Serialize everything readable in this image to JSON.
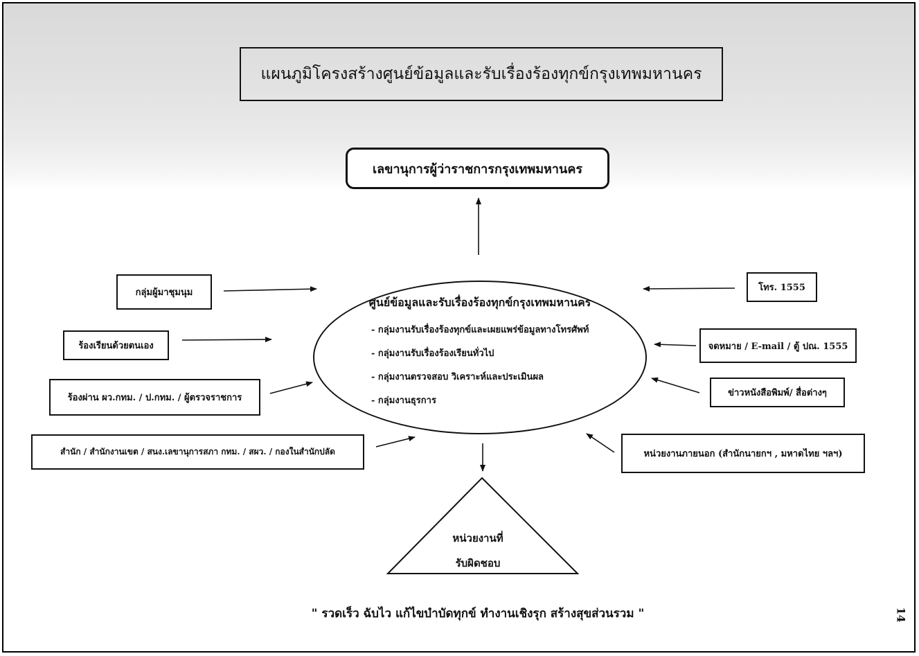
{
  "title": "แผนภูมิโครงสร้างศูนย์ข้อมูลและรับเรื่องร้องทุกข์กรุงเทพมหานคร",
  "top_box": "เลขานุการผู้ว่าราชการกรุงเทพมหานคร",
  "center": {
    "title": "ศูนย์ข้อมูลและรับเรื่องร้องทุกข์กรุงเทพมหานคร",
    "items": [
      "- กลุ่มงานรับเรื่องร้องทุกข์และเผยแพร่ข้อมูลทางโทรศัพท์",
      "- กลุ่มงานรับเรื่องร้องเรียนทั่วไป",
      "- กลุ่มงานตรวจสอบ วิเคราะห์และประเมินผล",
      "- กลุ่มงานธุรการ"
    ]
  },
  "left_sources": [
    "กลุ่มผู้มาชุมนุม",
    "ร้องเรียนด้วยตนเอง",
    "ร้องผ่าน ผว.กทม. / ป.กทม. / ผู้ตรวจราชการ",
    "สำนัก / สำนักงานเขต / สนง.เลขานุการสภา กทม. / สผว. / กองในสำนักปลัด"
  ],
  "right_sources": [
    "โทร. 1555",
    "จดหมาย / E-mail / ตู้ ปณ. 1555",
    "ข่าวหนังสือพิมพ์/ สื่อต่างๆ",
    "หน่วยงานภายนอก (สำนักนายกฯ , มหาดไทย ฯลฯ)"
  ],
  "responsible_unit": [
    "หน่วยงานที่",
    "รับผิดชอบ"
  ],
  "slogan": "\" รวดเร็ว  ฉับไว  แก้ไขบำบัดทุกข์  ทำงานเชิงรุก  สร้างสุขส่วนรวม \"",
  "page_number": "14"
}
